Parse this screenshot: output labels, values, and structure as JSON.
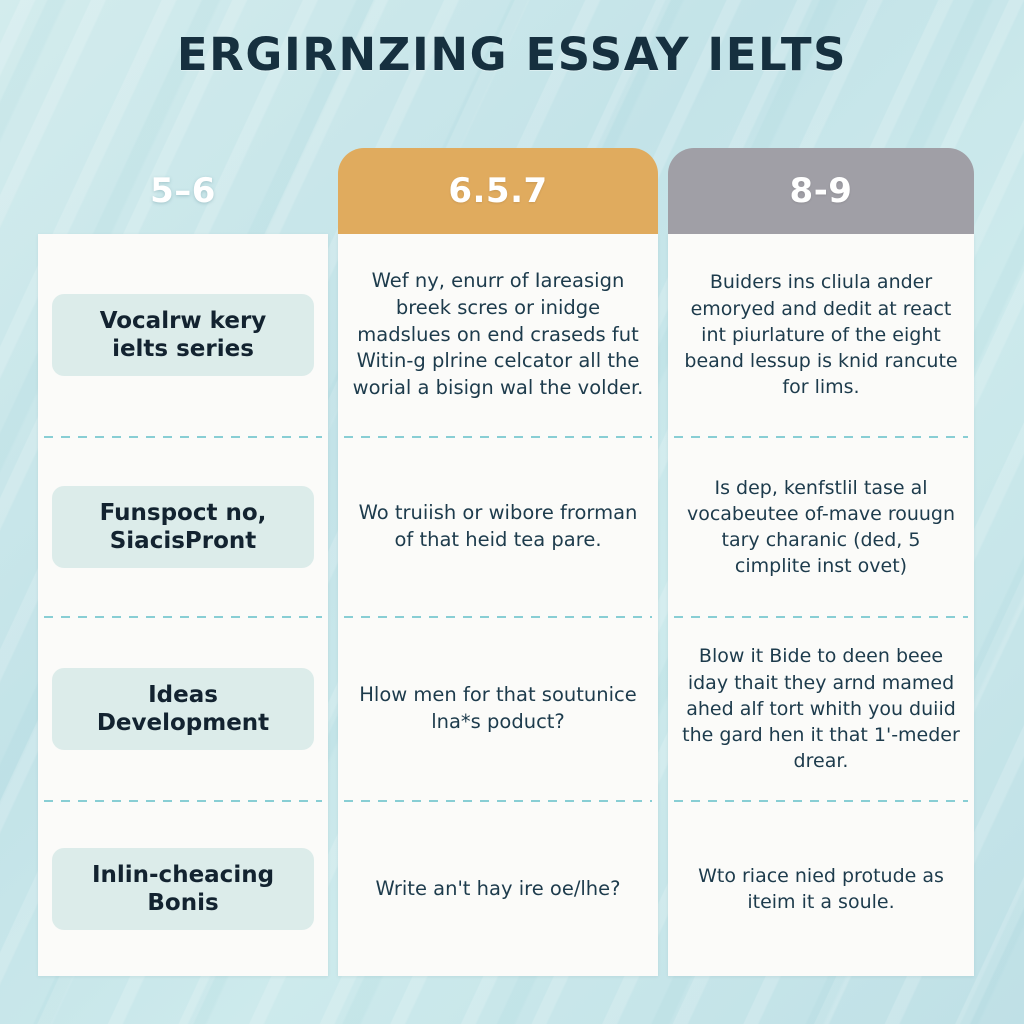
{
  "page": {
    "title": "ERGIRNZING ESSAY IELTS",
    "background_color": "#c5e5e9",
    "panel_color": "#fbfbf9",
    "divider_color": "#74c6cd"
  },
  "columns": [
    {
      "header": "5–6",
      "header_bg": "transparent",
      "header_text_color": "#ffffff",
      "cells": [
        "Vocalrw kery ielts series",
        "Funspoct no, SiacisPront",
        "Ideas Development",
        "Inlin-cheacing Bonis"
      ]
    },
    {
      "header": "6.5.7",
      "header_bg": "#e0ab5e",
      "header_text_color": "#ffffff",
      "cells": [
        "Wef ny, enurr of Iareasign breek scres or inidge madslues on end craseds fut Witin-g plrine celcator all the worial a bisign wal the volder.",
        "Wo truiish or wibore frorman of that heid tea pare.",
        "Hlow men for that soutunice lna*s poduct?",
        "Write an't hay ire oe/lhe?"
      ]
    },
    {
      "header": "8-9",
      "header_bg": "#a09fa6",
      "header_text_color": "#ffffff",
      "cells": [
        "Buiders ins cliula ander emoryed and dedit at react int piurlature of the eight beand lessup is knid rancute for lims.",
        "Is dep, kenfstlil tase al vocabeutee of-mave rouugn tary charanic (ded, 5 cimplite inst ovet)",
        "Blow it Bide to deen beee iday thait they arnd mamed ahed alf tort whith you duiid the gard hen it that 1'-meder drear.",
        "Wto riace nied protude as iteim it a soule."
      ]
    }
  ]
}
